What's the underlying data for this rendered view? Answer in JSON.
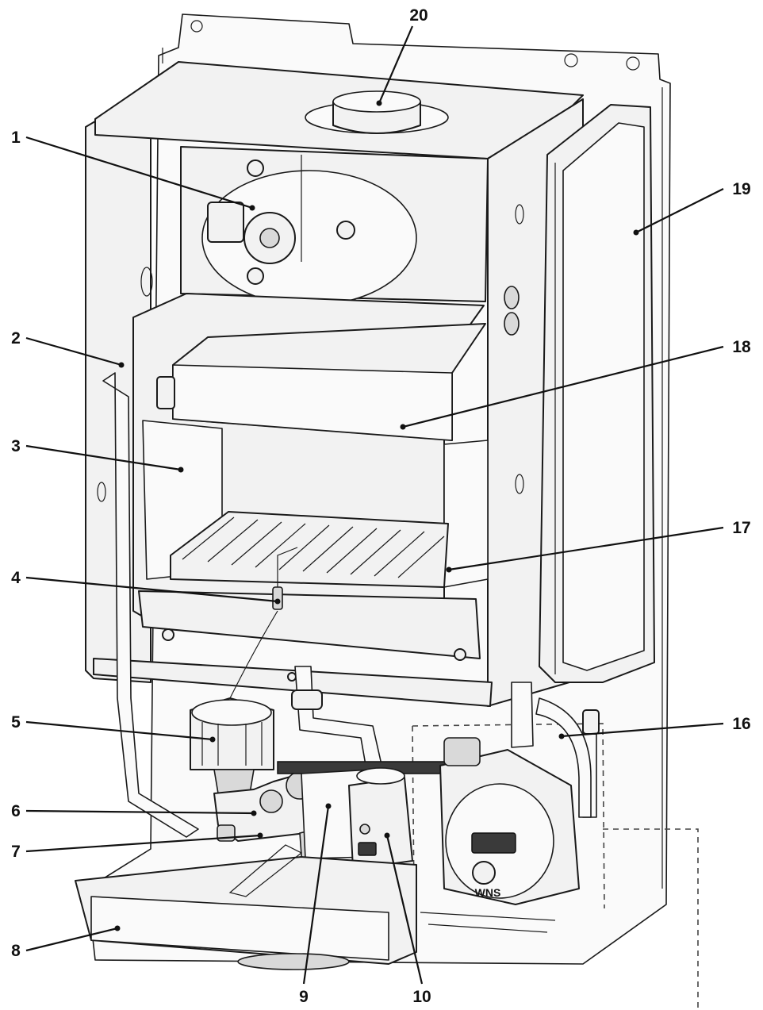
{
  "callouts": [
    {
      "id": "c1",
      "label": "1"
    },
    {
      "id": "c2",
      "label": "2"
    },
    {
      "id": "c3",
      "label": "3"
    },
    {
      "id": "c4",
      "label": "4"
    },
    {
      "id": "c5",
      "label": "5"
    },
    {
      "id": "c6",
      "label": "6"
    },
    {
      "id": "c7",
      "label": "7"
    },
    {
      "id": "c8",
      "label": "8"
    },
    {
      "id": "c9",
      "label": "9"
    },
    {
      "id": "c10",
      "label": "10"
    },
    {
      "id": "c16",
      "label": "16"
    },
    {
      "id": "c17",
      "label": "17"
    },
    {
      "id": "c18",
      "label": "18"
    },
    {
      "id": "c19",
      "label": "19"
    },
    {
      "id": "c20",
      "label": "20"
    }
  ],
  "pump_brand": "WNS"
}
